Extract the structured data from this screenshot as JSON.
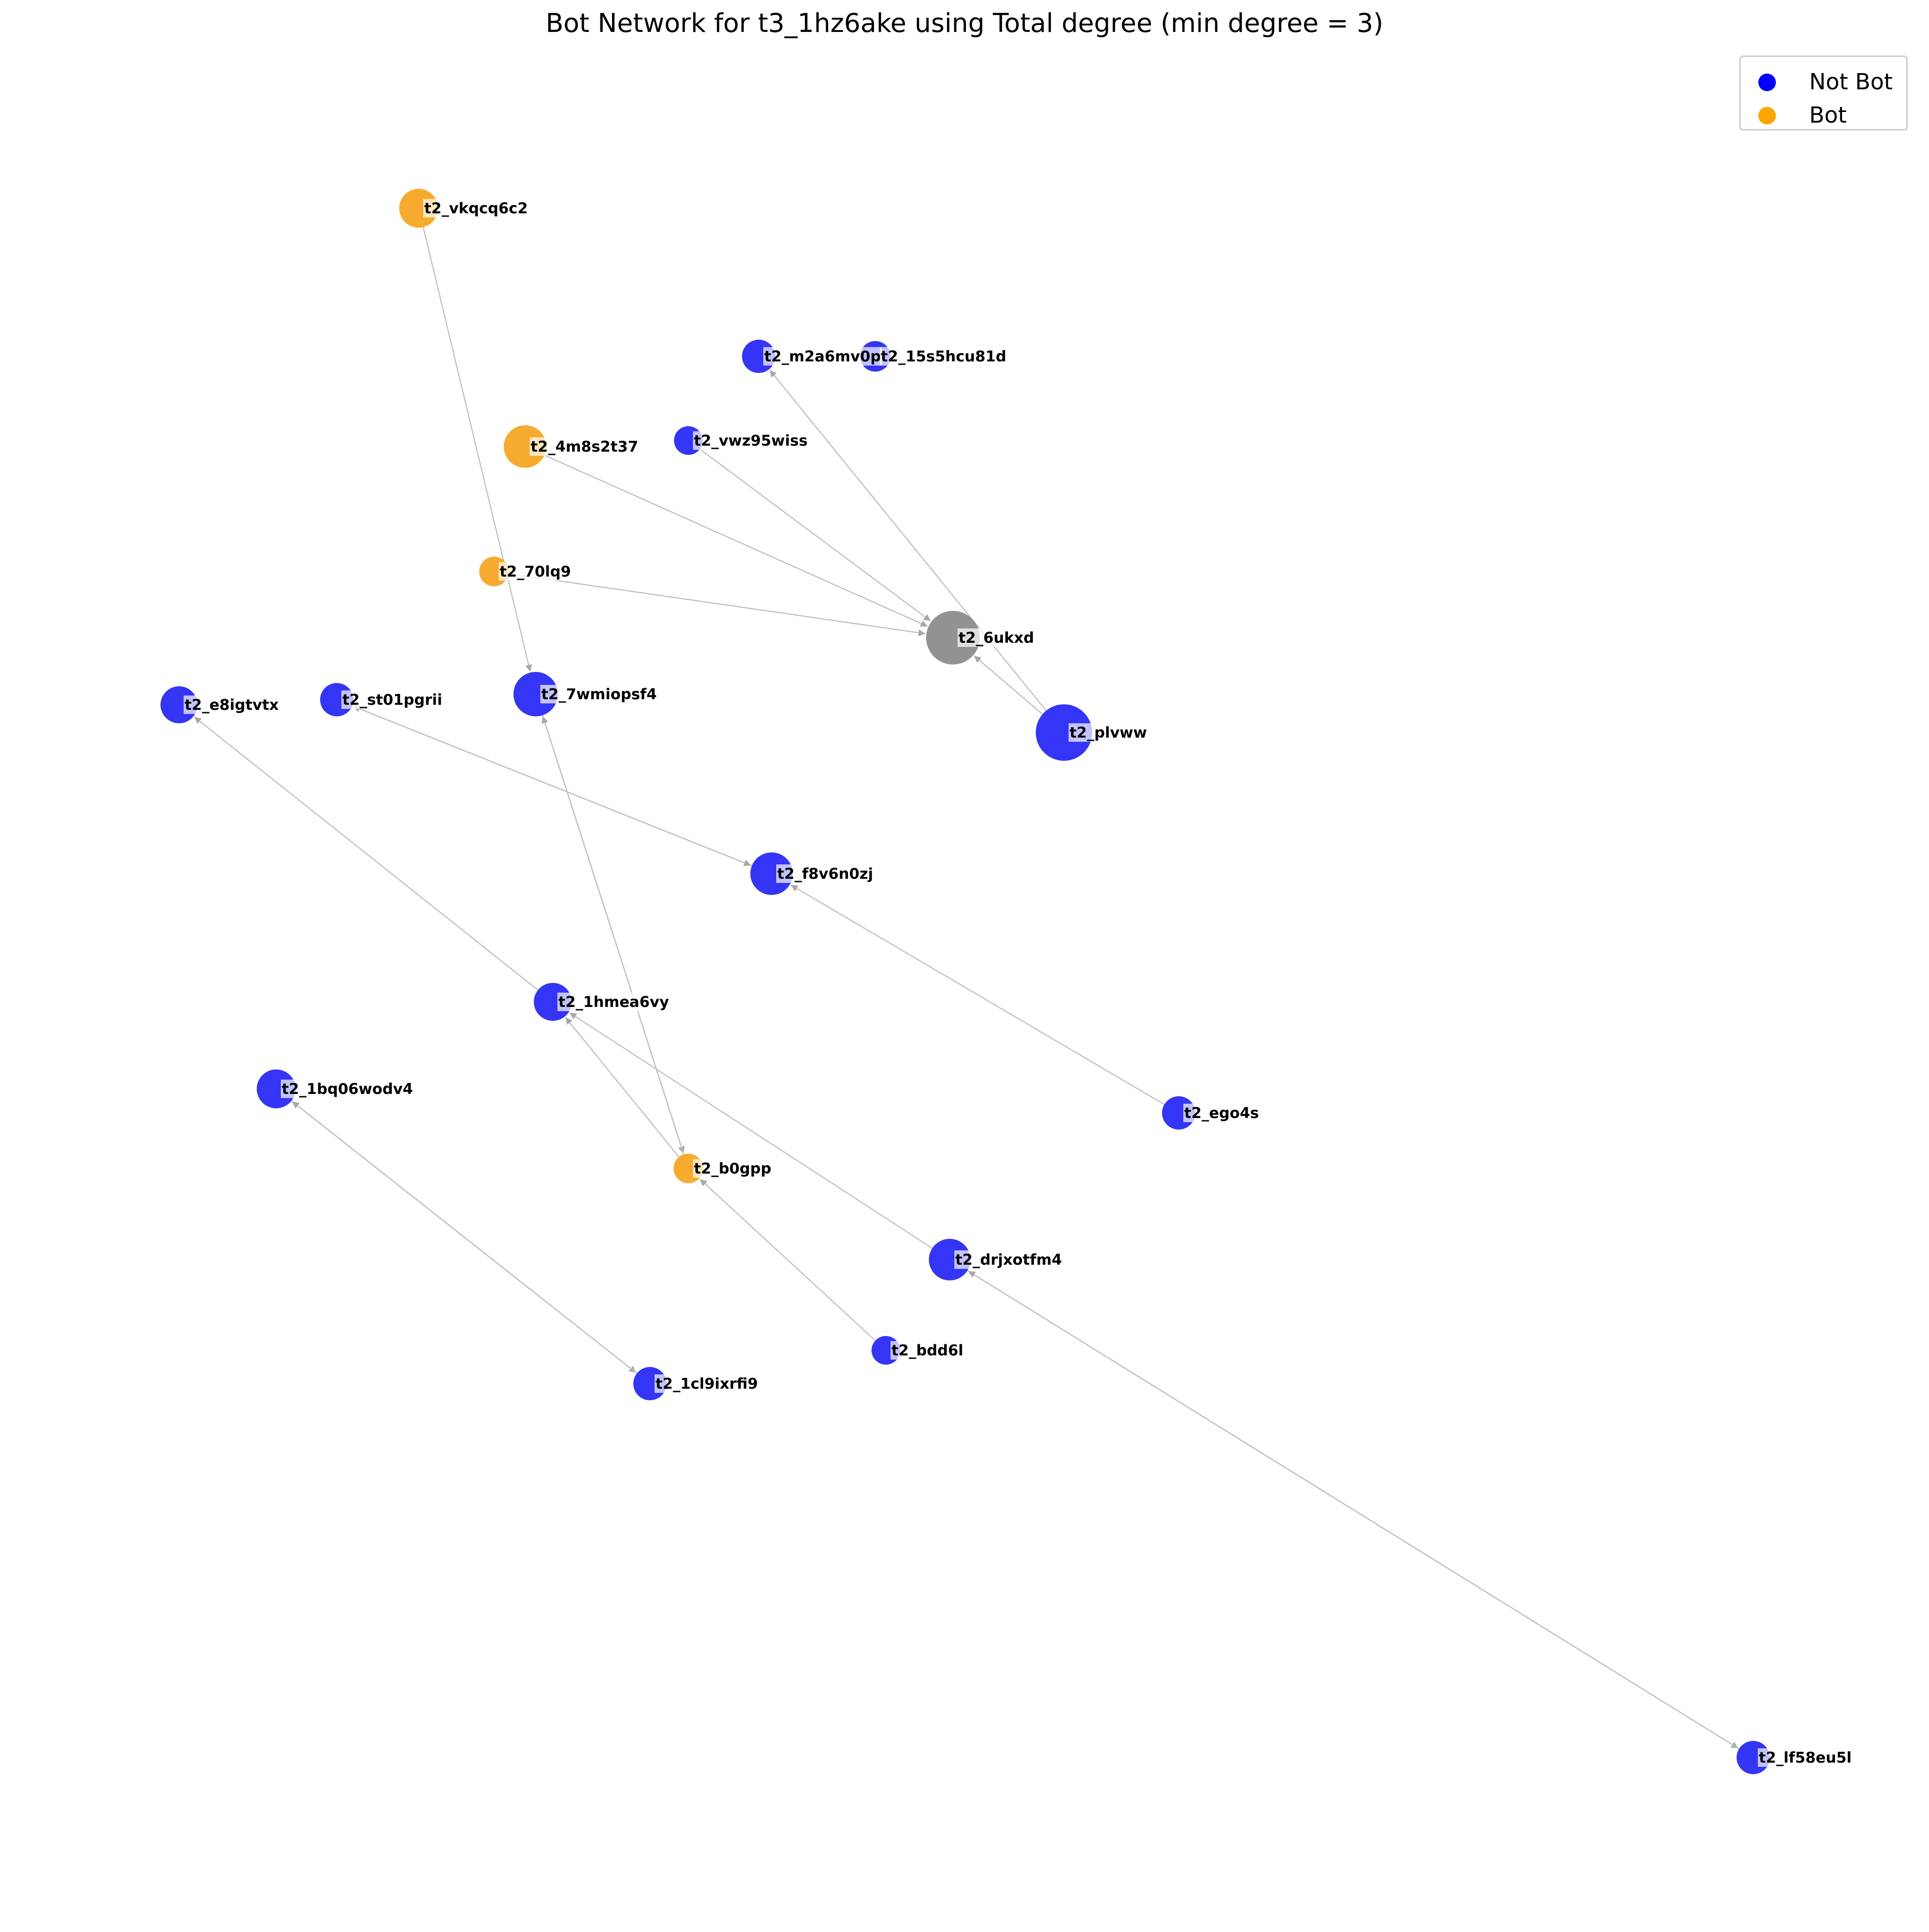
{
  "title": "Bot Network for t3_1hz6ake using Total degree (min degree = 3)",
  "legend": {
    "placement": "top-right",
    "items": [
      {
        "label": "Not Bot",
        "color": "#0000ff"
      },
      {
        "label": "Bot",
        "color": "#ffa500"
      }
    ]
  },
  "colors": {
    "not_bot": "#2a2af5",
    "bot": "#f5a623",
    "unknown": "#8c8c8c",
    "edge": "#c0c0c0"
  },
  "nodes": [
    {
      "id": "t2_vkqcq6c2",
      "category": "bot"
    },
    {
      "id": "t2_m2a6mv0p",
      "category": "not_bot"
    },
    {
      "id": "t2_15s5hcu81d",
      "category": "not_bot"
    },
    {
      "id": "t2_4m8s2t37",
      "category": "bot"
    },
    {
      "id": "t2_vwz95wiss",
      "category": "not_bot"
    },
    {
      "id": "t2_70lq9",
      "category": "bot"
    },
    {
      "id": "t2_6ukxd",
      "category": "unknown"
    },
    {
      "id": "t2_e8igtvtx",
      "category": "not_bot"
    },
    {
      "id": "t2_st01pgrii",
      "category": "not_bot"
    },
    {
      "id": "t2_7wmiopsf4",
      "category": "not_bot"
    },
    {
      "id": "t2_plvww",
      "category": "not_bot"
    },
    {
      "id": "t2_f8v6n0zj",
      "category": "not_bot"
    },
    {
      "id": "t2_1hmea6vy",
      "category": "not_bot"
    },
    {
      "id": "t2_1bq06wodv4",
      "category": "not_bot"
    },
    {
      "id": "t2_ego4s",
      "category": "not_bot"
    },
    {
      "id": "t2_b0gpp",
      "category": "bot"
    },
    {
      "id": "t2_drjxotfm4",
      "category": "not_bot"
    },
    {
      "id": "t2_bdd6l",
      "category": "not_bot"
    },
    {
      "id": "t2_1cl9ixrfi9",
      "category": "not_bot"
    },
    {
      "id": "t2_lf58eu5l",
      "category": "not_bot"
    }
  ],
  "edges": [
    {
      "source": "t2_vkqcq6c2",
      "target": "t2_7wmiopsf4"
    },
    {
      "source": "t2_4m8s2t37",
      "target": "t2_6ukxd"
    },
    {
      "source": "t2_vwz95wiss",
      "target": "t2_6ukxd"
    },
    {
      "source": "t2_70lq9",
      "target": "t2_6ukxd"
    },
    {
      "source": "t2_plvww",
      "target": "t2_6ukxd"
    },
    {
      "source": "t2_plvww",
      "target": "t2_m2a6mv0p"
    },
    {
      "source": "t2_f8v6n0zj",
      "target": "t2_st01pgrii"
    },
    {
      "source": "t2_st01pgrii",
      "target": "t2_f8v6n0zj"
    },
    {
      "source": "t2_1hmea6vy",
      "target": "t2_e8igtvtx"
    },
    {
      "source": "t2_7wmiopsf4",
      "target": "t2_b0gpp"
    },
    {
      "source": "t2_b0gpp",
      "target": "t2_7wmiopsf4"
    },
    {
      "source": "t2_ego4s",
      "target": "t2_f8v6n0zj"
    },
    {
      "source": "t2_b0gpp",
      "target": "t2_1hmea6vy"
    },
    {
      "source": "t2_bdd6l",
      "target": "t2_b0gpp"
    },
    {
      "source": "t2_drjxotfm4",
      "target": "t2_1hmea6vy"
    },
    {
      "source": "t2_1bq06wodv4",
      "target": "t2_1cl9ixrfi9"
    },
    {
      "source": "t2_1cl9ixrfi9",
      "target": "t2_1bq06wodv4"
    },
    {
      "source": "t2_drjxotfm4",
      "target": "t2_lf58eu5l"
    },
    {
      "source": "t2_lf58eu5l",
      "target": "t2_drjxotfm4"
    }
  ]
}
